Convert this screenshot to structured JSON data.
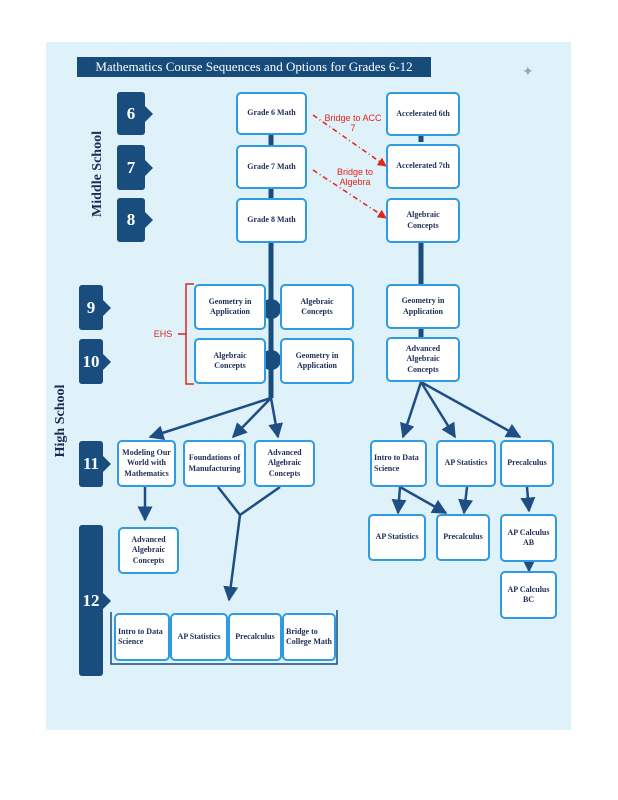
{
  "title": "Mathematics Course Sequences and Options for Grades 6-12",
  "sections": {
    "middle_school": "Middle School",
    "high_school": "High School"
  },
  "grades": [
    "6",
    "7",
    "8",
    "9",
    "10",
    "11",
    "12"
  ],
  "ehs_label": "EHS",
  "bridges": {
    "acc7": "Bridge to ACC 7",
    "algebra": "Bridge to Algebra"
  },
  "courses": {
    "grade6": "Grade 6 Math",
    "grade7": "Grade 7 Math",
    "grade8": "Grade 8 Math",
    "acc6": "Accelerated 6th",
    "acc7": "Accelerated 7th",
    "alg_concepts_8": "Algebraic Concepts",
    "geo_app_9_left": "Geometry in Application",
    "alg_concepts_9": "Algebraic Concepts",
    "alg_concepts_10": "Algebraic Concepts",
    "geo_app_10": "Geometry in Application",
    "geo_app_9_right": "Geometry in Application",
    "adv_alg_concepts_10": "Advanced Algebraic Concepts",
    "modeling": "Modeling Our World with Mathematics",
    "foundations": "Foundations of Manufacturing",
    "adv_alg_11": "Advanced Algebraic Concepts",
    "intro_ds_11": "Intro to Data Science",
    "ap_stats_11": "AP Statistics",
    "precalc_11": "Precalculus",
    "adv_alg_12": "Advanced Algebraic Concepts",
    "intro_ds_12": "Intro to Data Science",
    "ap_stats_12_left": "AP Statistics",
    "precalc_12_left": "Precalculus",
    "bridge_college": "Bridge to College Math",
    "ap_stats_12_right": "AP Statistics",
    "precalc_12_right": "Precalculus",
    "ap_calc_ab": "AP Calculus AB",
    "ap_calc_bc": "AP Calculus BC"
  },
  "colors": {
    "navy": "#184d7d",
    "box_border": "#2f9be0",
    "background": "#dff1f9",
    "bridge_red": "#e0251b"
  }
}
